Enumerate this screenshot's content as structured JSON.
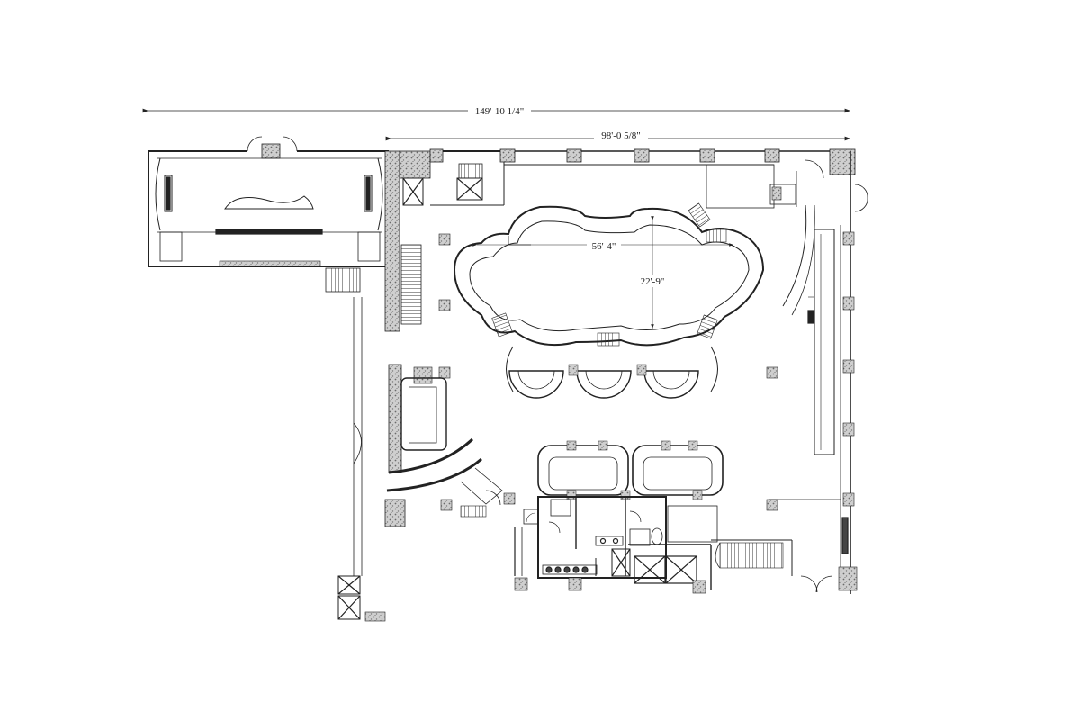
{
  "dimensions": {
    "overall_width": "149'-10 1/4\"",
    "main_width": "98'-0 5/8\"",
    "bar_length": "56'-4\"",
    "bar_depth": "22'-9\""
  },
  "colors": {
    "line": "#222222",
    "masonry_fill": "#bdbdbd",
    "background": "#ffffff"
  }
}
